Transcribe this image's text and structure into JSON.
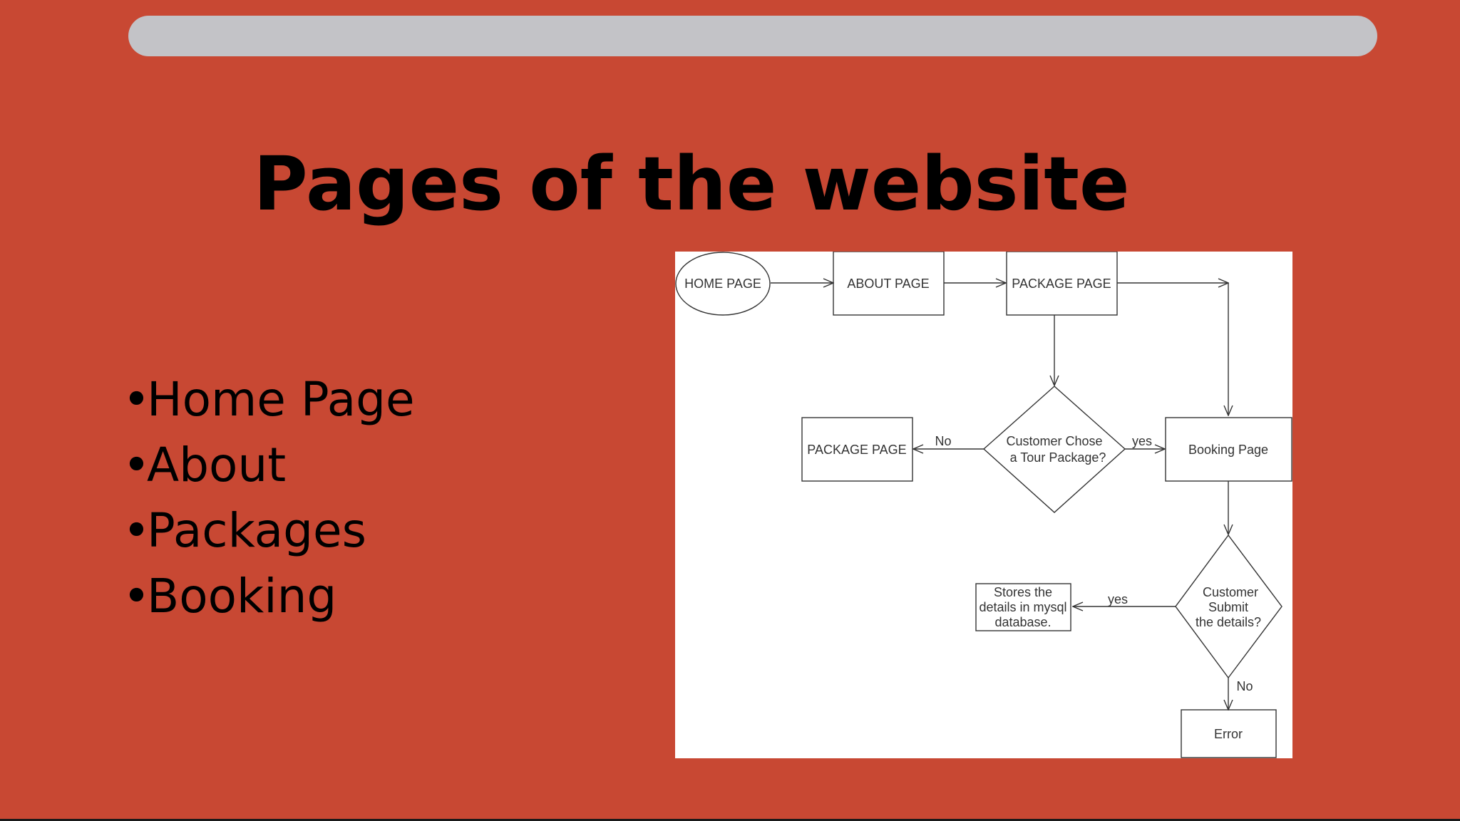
{
  "slide": {
    "title": "Pages of the website",
    "bullets": [
      "Home Page",
      "About",
      "Packages",
      "Booking"
    ],
    "bullet_symbol": "•"
  },
  "diagram": {
    "nodes": {
      "home": "HOME PAGE",
      "about": "ABOUT PAGE",
      "package_top": "PACKAGE PAGE",
      "package_left": "PACKAGE PAGE",
      "decision_package": [
        "Customer Chose",
        "a Tour Package?"
      ],
      "booking": "Booking Page",
      "decision_submit": [
        "Customer",
        "Submit",
        "the details?"
      ],
      "stores": [
        "Stores the",
        "details in mysql",
        "database."
      ],
      "error": "Error"
    },
    "edge_labels": {
      "no_left": "No",
      "yes_right": "yes",
      "yes_stores": "yes",
      "no_error": "No"
    }
  },
  "colors": {
    "background": "#c84833",
    "top_bar": "#c3c3c7",
    "panel": "#ffffff",
    "stroke": "#333333"
  }
}
